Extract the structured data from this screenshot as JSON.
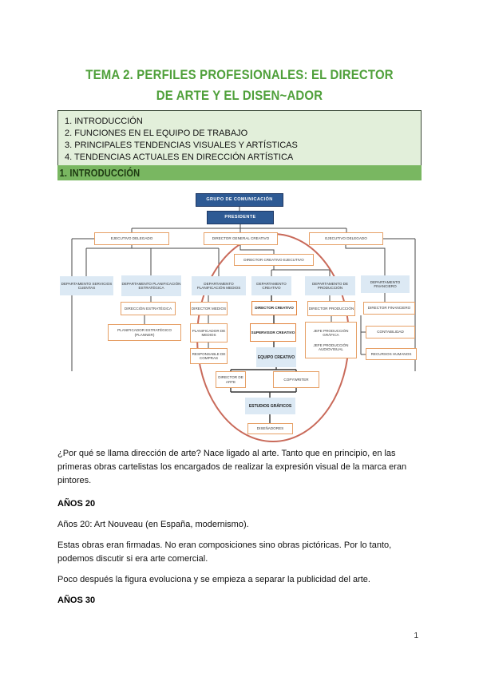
{
  "page": {
    "title": "TEMA 2. PERFILES PROFESIONALES: EL DIRECTOR DE ARTE Y EL DISEN~ADOR",
    "page_number": "1"
  },
  "index_box": {
    "items": [
      "1. INTRODUCCIÓN",
      "2. FUNCIONES EN EL EQUIPO DE TRABAJO",
      "3. PRINCIPALES TENDENCIAS VISUALES Y ARTÍSTICAS",
      "4. TENDENCIAS ACTUALES EN DIRECCIÓN ARTÍSTICA"
    ]
  },
  "section": {
    "heading": "1. INTRODUCCIÓN"
  },
  "org_chart": {
    "nodes": {
      "grupo": "GRUPO DE COMUNICACIÓN",
      "presidente": "PRESIDENTE",
      "ejecutivo_izq": "EJECUTIVO DELEGADO",
      "dir_general_creativo": "DIRECTOR GENERAL CREATIVO",
      "ejecutivo_der": "EJECUTIVO DELEGADO",
      "dir_creativo_ejecutivo": "DIRECTOR CREATIVO EJECUTIVO",
      "dep_servicios_cuentas": "DEPARTAMENTO SERVICIOS CUENTAS",
      "dep_planificacion_estrategica": "DEPARTAMENTO PLANIFICACIÓN ESTRATÉGICA",
      "dep_planificacion_medios": "DEPARTAMENTO PLANIFICACIÓN MEDIOS",
      "dep_creativo": "DEPARTAMENTO CREATIVO",
      "dep_produccion": "DEPARTAMENTO DE PRODUCCIÓN",
      "dep_financiero": "DEPARTAMENTO FINANCIERO",
      "direccion_estrategica": "DIRECCIÓN ESTRATÉGICA",
      "director_medios": "DIRECTOR MEDIOS",
      "director_creativo": "DIRECTOR CREATIVO",
      "director_produccion": "DIRECTOR PRODUCCIÓN",
      "director_financiero": "DIRECTOR FINANCIERO",
      "planificador_estrategico": "PLANIFICADOR ESTRATÉGICO (PLANNER)",
      "planificador_medios": "PLANIFICADOR DE MEDIOS",
      "supervisor_creativo": "SUPERVISOR CREATIVO",
      "jefe_produccion_grafica": "JEFE PRODUCCIÓN GRÁFICA",
      "jefe_produccion_audiovisual": "JEFE PRODUCCIÓN AUDIOVISUAL",
      "responsable_compras": "RESPONSABLE DE COMPRAS",
      "equipo_creativo": "EQUIPO CREATIVO",
      "contabilidad": "CONTABILIDAD",
      "recursos_humanos": "RECURSOS HUMANOS",
      "director_arte": "DIRECTOR DE ARTE",
      "copywriter": "COPYWRITER",
      "estudios_graficos": "ESTUDIOS GRÁFICOS",
      "disenadores": "DISEÑADORES"
    }
  },
  "body": {
    "p1": "¿Por qué se llama dirección de arte? Nace ligado al arte. Tanto que en principio, en las primeras obras cartelistas los encargados de realizar la expresión visual de la marca eran pintores.",
    "h_anos20": "AÑOS 20",
    "p2": "Años 20: Art Nouveau (en España, modernismo).",
    "p3": "Estas obras eran firmadas. No eran composiciones sino obras pictóricas. Por lo tanto, podemos discutir si era arte comercial.",
    "p4": "Poco después la figura evoluciona y se empieza a separar la publicidad del arte.",
    "h_anos30": "AÑOS 30"
  },
  "colors": {
    "title_green": "#4fa03a",
    "index_box_bg": "#e2efda",
    "section_bar_bg": "#79b761",
    "chart_blue": "#2e5a94",
    "chart_light_blue": "#dce9f4",
    "chart_orange_border": "#e6a066",
    "annotation_ellipse": "#c96a5a"
  }
}
